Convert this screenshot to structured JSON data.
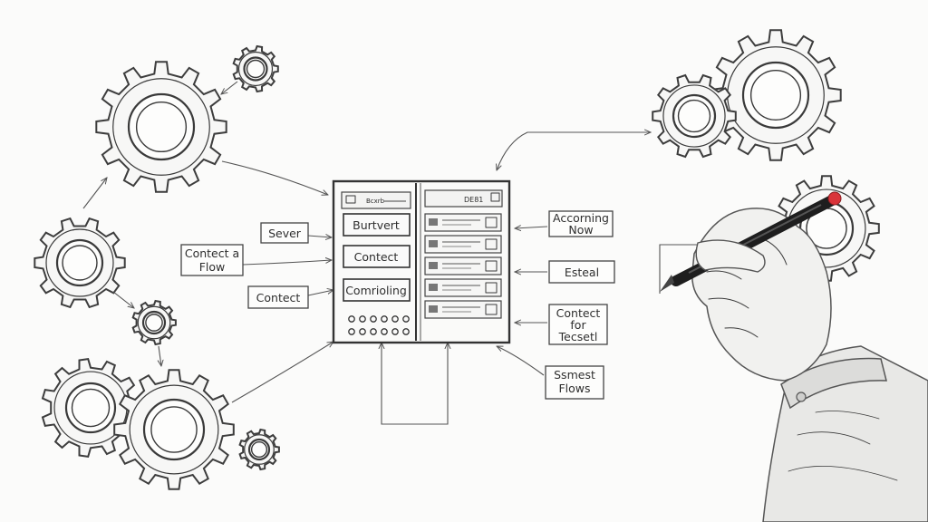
{
  "panel": {
    "left_header": "Bcxrb",
    "right_header": "DE81",
    "buttons": [
      "Burtvert",
      "Contect",
      "Comrioling"
    ]
  },
  "labels": {
    "sever": "Sever",
    "contect_flow_1": "Contect a",
    "contect_flow_2": "Flow",
    "contect": "Contect",
    "accounting_1": "Accorning",
    "accounting_2": "Now",
    "esteal": "Esteal",
    "contect_for_1": "Contect",
    "contect_for_2": "for",
    "contect_for_3": "Tecsetl",
    "ssmest_1": "Ssmest",
    "ssmest_2": "Flows"
  },
  "colors": {
    "ink": "#3a3a3a",
    "paper": "#fbfbfa",
    "pencil_tip": "#d9343a",
    "pencil_body": "#1e1e1e"
  }
}
